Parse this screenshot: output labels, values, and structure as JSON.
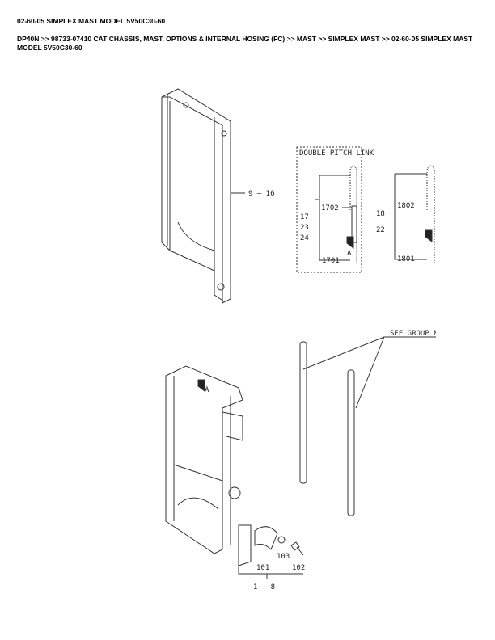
{
  "page_title": "02-60-05 SIMPLEX MAST MODEL 5V50C30-60",
  "breadcrumb": "DP40N >> 98733-07410 CAT CHASSIS, MAST, OPTIONS & INTERNAL HOSING (FC) >> MAST >> SIMPLEX MAST >> 02-60-05 SIMPLEX MAST MODEL 5V50C30-60",
  "diagram": {
    "callout_9_16": "9 — 16",
    "double_pitch_link": "DOUBLE PITCH LINK",
    "c1702": "1702",
    "c17": "17",
    "c23": "23",
    "c24": "24",
    "c1701": "1701",
    "c1802": "1802",
    "c18": "18",
    "c22": "22",
    "c1801": "1801",
    "detail_a": "A",
    "see_group": "SEE GROUP N",
    "c101": "101",
    "c103": "103",
    "c102": "102",
    "c1_8": "1 — 8"
  }
}
